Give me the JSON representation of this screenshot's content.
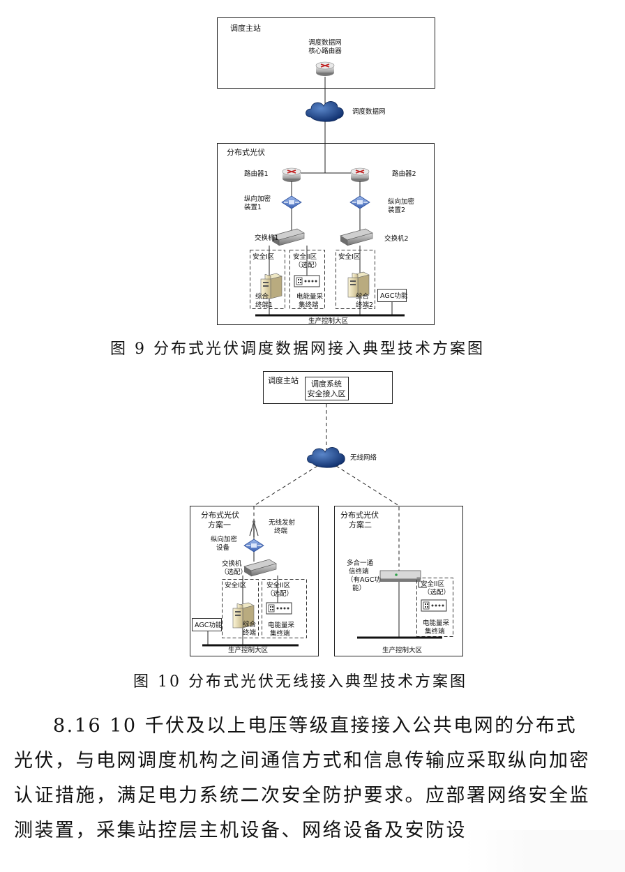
{
  "figure9": {
    "dispatch_box_label": "调度主站",
    "core_router_label_1": "调度数据网",
    "core_router_label_2": "核心路由器",
    "cloud_label": "调度数据网",
    "pv_box_label": "分布式光伏",
    "router1": "路由器1",
    "router2": "路由器2",
    "encrypt1_l1": "纵向加密",
    "encrypt1_l2": "装置1",
    "encrypt2_l1": "纵向加密",
    "encrypt2_l2": "装置2",
    "switch1": "交换机1",
    "switch2": "交换机2",
    "zone1_left": "安全I区",
    "zone2_left_l1": "安全II区",
    "zone2_left_l2": "（选配）",
    "zone1_right": "安全I区",
    "terminal1_l1": "综合",
    "terminal1_l2": "终端1",
    "terminal2_l1": "综合",
    "terminal2_l2": "终端2",
    "meter_l1": "电能量采",
    "meter_l2": "集终端",
    "agc": "AGC功能",
    "bus_label": "生产控制大区",
    "caption": "图 9  分布式光伏调度数据网接入典型技术方案图"
  },
  "figure10": {
    "dispatch_box_label": "调度主站",
    "access_l1": "调度系统",
    "access_l2": "安全接入区",
    "cloud_label": "无线网络",
    "plan1_l1": "分布式光伏",
    "plan1_l2": "方案一",
    "wireless_l1": "无线发射",
    "wireless_l2": "终端",
    "encrypt_l1": "纵向加密",
    "encrypt_l2": "设备",
    "switch_l1": "交换机",
    "switch_l2": "（选配）",
    "zone1": "安全I区",
    "zone2_l1": "安全II区",
    "zone2_l2": "（选配）",
    "terminal_l1": "综合",
    "terminal_l2": "终端",
    "meter_l1": "电能量采",
    "meter_l2": "集终端",
    "agc": "AGC功能",
    "bus1": "生产控制大区",
    "plan2_l1": "分布式光伏",
    "plan2_l2": "方案二",
    "multi_l1": "多合一通",
    "multi_l2": "信终端",
    "multi_l3": "（有AGC功",
    "multi_l4": "能）",
    "zone2b_l1": "安全II区",
    "zone2b_l2": "（选配）",
    "meter2_l1": "电能量采",
    "meter2_l2": "集终端",
    "bus2": "生产控制大区",
    "caption": "图 10  分布式光伏无线接入典型技术方案图"
  },
  "paragraph": {
    "line1": "8.16   10 千伏及以上电压等级直接接入公共电网的分布式",
    "line2": "光伏，与电网调度机构之间通信方式和信息传输应采取纵向加密",
    "line3": "认证措施，满足电力系统二次安全防护要求。应部署网络安全监",
    "line4": "测装置，采集站控层主机设备、网络设备及安防设"
  }
}
